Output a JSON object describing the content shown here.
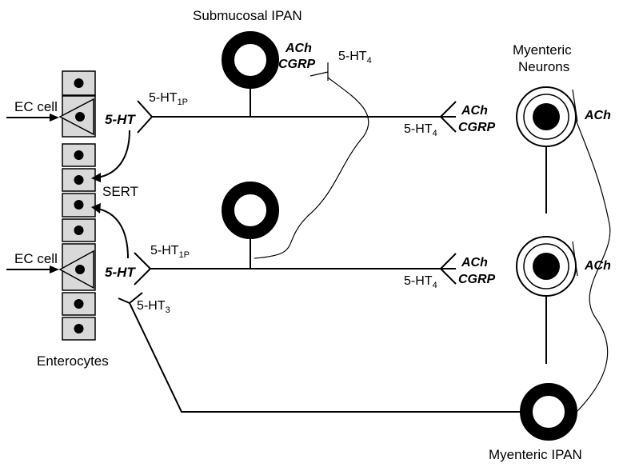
{
  "labels": {
    "submucosal_ipan": "Submucosal IPAN",
    "myenteric_neurons_line1": "Myenteric",
    "myenteric_neurons_line2": "Neurons",
    "myenteric_ipan": "Myenteric IPAN",
    "enterocytes": "Enterocytes",
    "ec_cell_top": "EC cell",
    "ec_cell_bottom": "EC cell",
    "sert": "SERT"
  },
  "mediators": {
    "serotonin_top": "5-HT",
    "serotonin_bottom": "5-HT",
    "ach_submucosal": "ACh",
    "cgrp_submucosal": "CGRP",
    "ach_terminal_top": "ACh",
    "cgrp_terminal_top": "CGRP",
    "ach_terminal_bottom": "ACh",
    "cgrp_terminal_bottom": "CGRP",
    "ach_myenteric_top": "ACh",
    "ach_myenteric_middle": "ACh"
  },
  "receptors": {
    "r5ht4_submucosal": {
      "base": "5-HT",
      "sub": "4"
    },
    "r5ht1p_top": {
      "base": "5-HT",
      "sub": "1P"
    },
    "r5ht4_top": {
      "base": "5-HT",
      "sub": "4"
    },
    "r5ht1p_bottom": {
      "base": "5-HT",
      "sub": "1P"
    },
    "r5ht4_bottom": {
      "base": "5-HT",
      "sub": "4"
    },
    "r5ht3": {
      "base": "5-HT",
      "sub": "3"
    }
  },
  "colors": {
    "ink": "#000000",
    "cell_fill": "#d9d9d9",
    "background": "#ffffff"
  }
}
